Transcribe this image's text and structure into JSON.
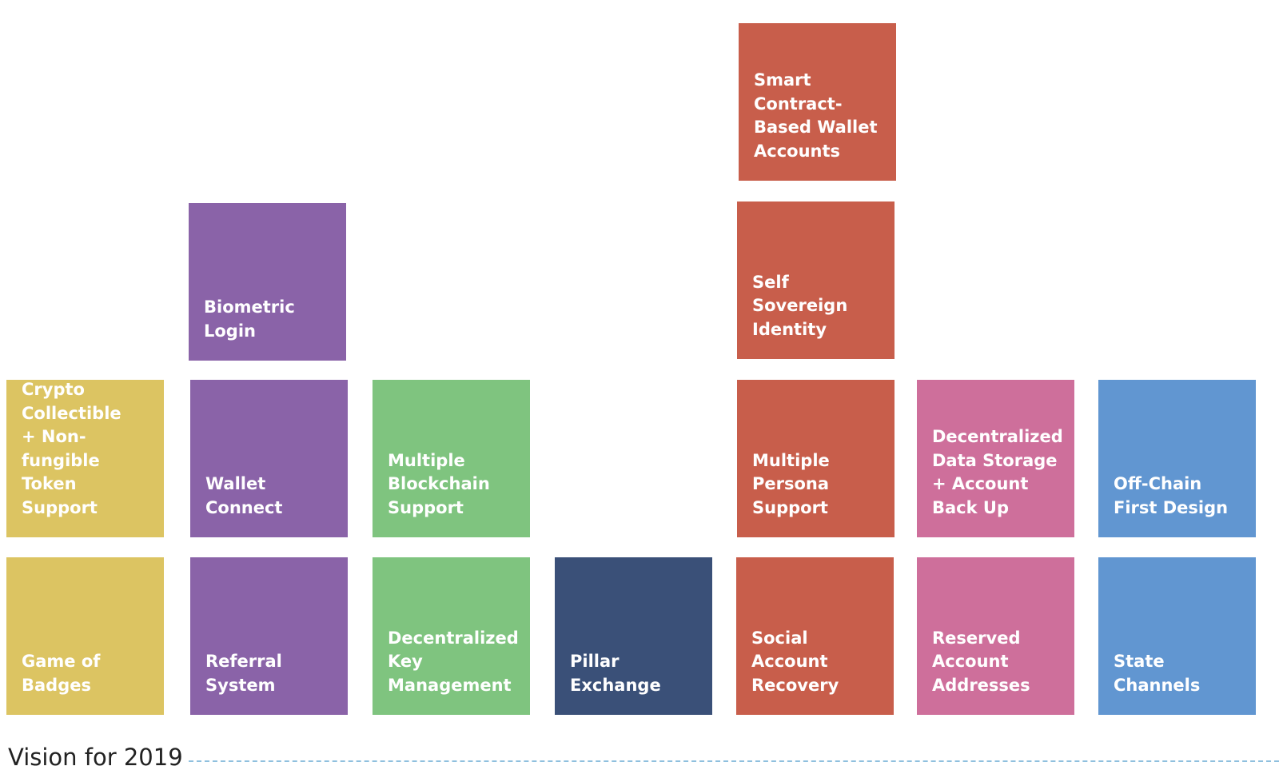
{
  "tiles": {
    "smart_contract": "Smart\nContract-\nBased Wallet\nAccounts",
    "biometric_login": "Biometric\nLogin",
    "self_sovereign": "Self Sovereign\nIdentity",
    "crypto_collectible": "Crypto\nCollectible\n+ Non-fungible\nToken Support",
    "wallet_connect": "Wallet\nConnect",
    "multiple_blockchain": "Multiple\nBlockchain\nSupport",
    "multiple_persona": "Multiple\nPersona\nSupport",
    "decentralized_storage": "Decentralized\nData Storage\n+ Account\nBack Up",
    "off_chain": "Off-Chain\nFirst Design",
    "game_of_badges": "Game of\nBadges",
    "referral_system": "Referral\nSystem",
    "decentralized_key": "Decentralized\nKey\nManagement",
    "pillar_exchange": "Pillar\nExchange",
    "social_recovery": "Social\nAccount\nRecovery",
    "reserved_addresses": "Reserved\nAccount\nAddresses",
    "state_channels": "State\nChannels"
  },
  "footer": {
    "label": "Vision for 2019"
  },
  "colors": {
    "yellow": "#dcc462",
    "purple": "#8a63a8",
    "green": "#7fc47f",
    "navy": "#3a5078",
    "red": "#c85e4b",
    "pink": "#ce6f9b",
    "blue": "#6196d1"
  }
}
